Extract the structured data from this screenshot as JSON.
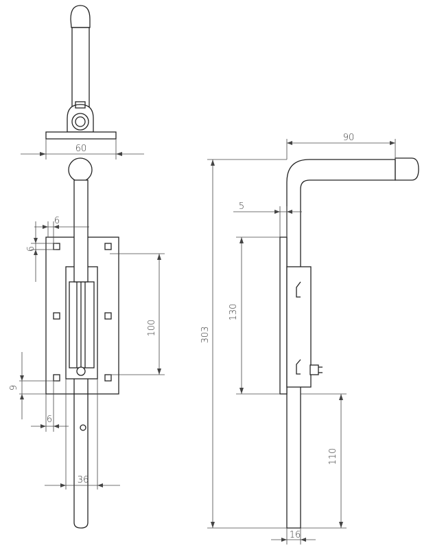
{
  "dimensions": {
    "top_width": "60",
    "slot_offset_horizontal": "6",
    "slot_offset_vertical": "6",
    "hole_spacing": "100",
    "bottom_gap": "9",
    "bottom_offset": "6",
    "bolt_width": "36",
    "overall_length": "303",
    "handle_reach": "90",
    "plate_offset": "5",
    "plate_length": "130",
    "bolt_extension": "110",
    "bolt_diameter": "16"
  }
}
